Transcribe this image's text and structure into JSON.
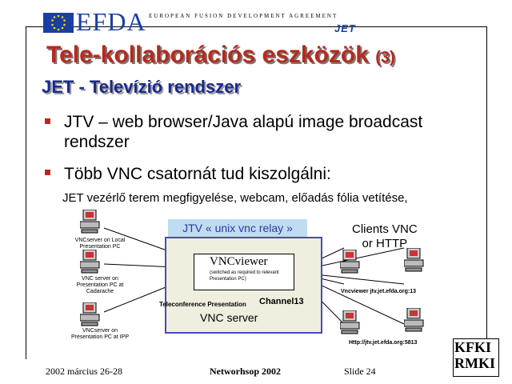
{
  "header": {
    "org": "EFDA",
    "org_sub": "EUROPEAN FUSION DEVELOPMENT AGREEMENT",
    "jet_logo": "JET"
  },
  "title": {
    "main": "Tele-kollaborációs eszközök",
    "num": "(3)"
  },
  "subtitle": "JET - Televízió rendszer",
  "bullets": [
    "JTV – web browser/Java alapú image broadcast rendszer",
    "Több VNC csatornát tud kiszolgálni:"
  ],
  "subnote": "JET vezérlő terem megfigyelése, webcam, előadás fólia vetítése,",
  "diagram": {
    "relay": "JTV « unix vnc relay »",
    "viewer_title": "VNCviewer",
    "viewer_desc": "(switched as required to relevant Presentation PC)",
    "tele_pres": "Teleconference Presentation",
    "channel": "Channel13",
    "server": "VNC server",
    "clients_line1": "Clients VNC",
    "clients_line2": "or HTTP",
    "pc1": "VNCserver on Local Presentation PC",
    "pc2": "VNC server on Presentation PC at Cadarache",
    "pc3": "VNCserver on Presentation PC at IPP",
    "url_vnc": "Vncviewer jtv.jet.efda.org:13",
    "url_http": "Http://jtv.jet.efda.org:5813"
  },
  "footer": {
    "date": "2002 március 26-28",
    "event": "Networhsop 2002",
    "slide": "Slide 24",
    "logo": "KFKI RMKI"
  },
  "colors": {
    "title": "#b52b1e",
    "subtitle": "#1a2a8c",
    "brand": "#1a3fa0"
  }
}
